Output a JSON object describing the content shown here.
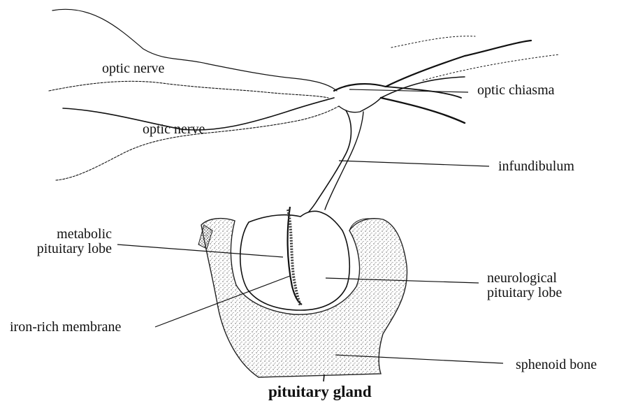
{
  "labels": {
    "optic_nerve_upper": "optic nerve",
    "optic_nerve_lower": "optic nerve",
    "optic_chiasma": "optic chiasma",
    "infundibulum": "infundibulum",
    "metabolic_lobe": "metabolic\npituitary lobe",
    "neurological_lobe": "neurological\npituitary lobe",
    "iron_rich_membrane": "iron-rich membrane",
    "sphenoid_bone": "sphenoid bone"
  },
  "caption": "pituitary gland",
  "colors": {
    "ink": "#111111",
    "stipple": "#555555",
    "background": "#ffffff"
  }
}
